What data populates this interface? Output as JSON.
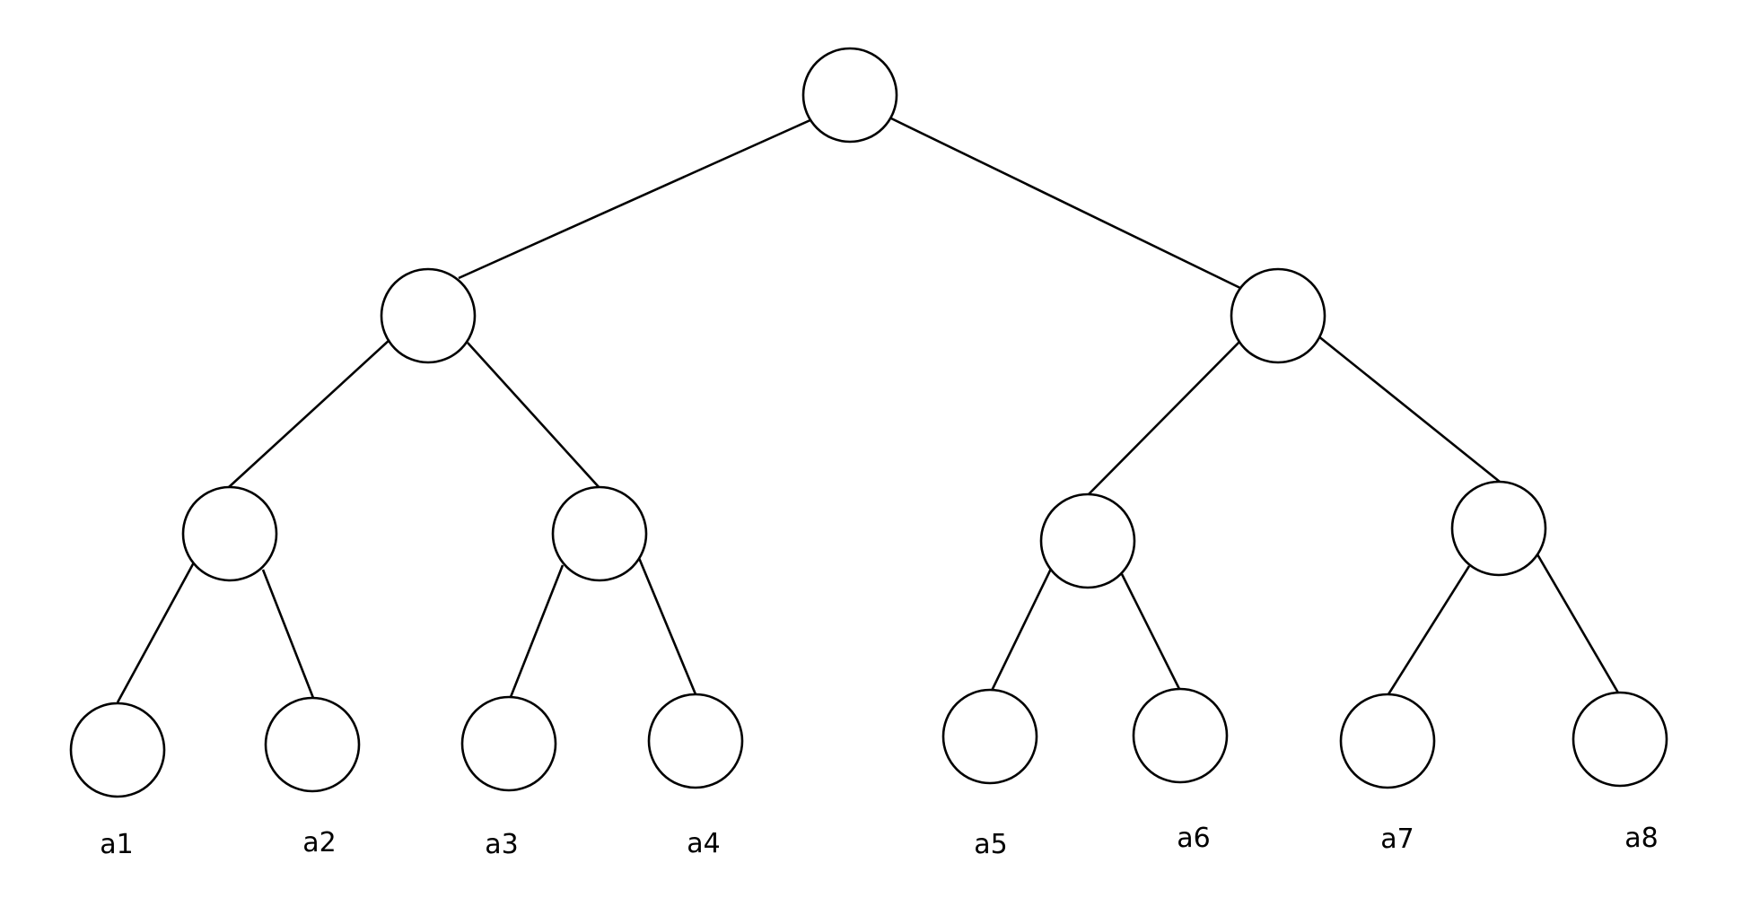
{
  "diagram": {
    "type": "binary-tree",
    "colors": {
      "stroke": "#000000",
      "node_fill": "#ffffff",
      "background": "#ffffff"
    },
    "leaf_labels": [
      "a1",
      "a2",
      "a3",
      "a4",
      "a5",
      "a6",
      "a7",
      "a8"
    ]
  }
}
